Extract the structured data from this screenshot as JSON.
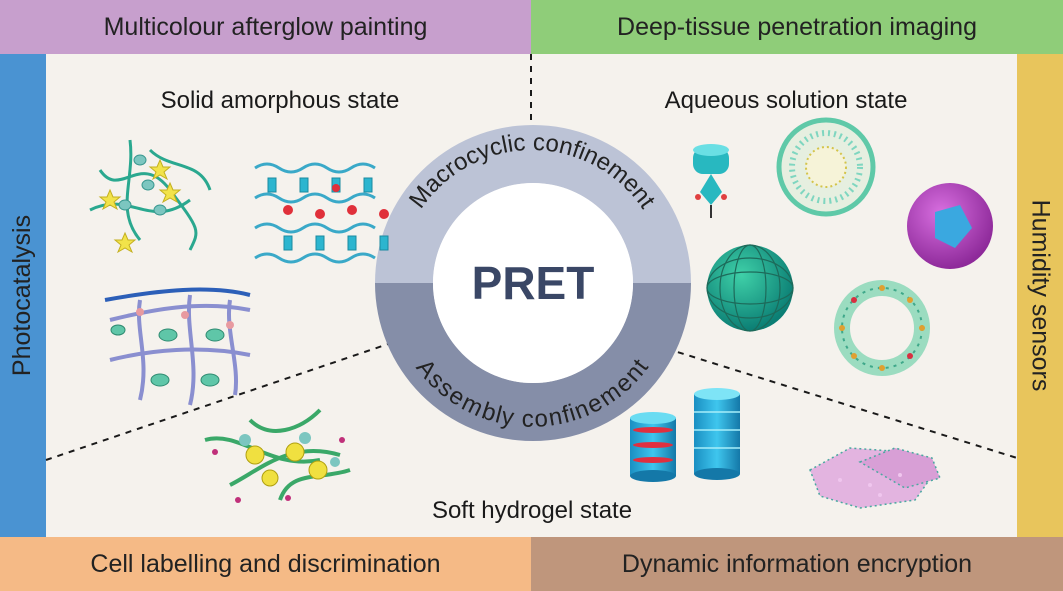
{
  "applications": {
    "top_left": "Multicolour afterglow painting",
    "top_right": "Deep-tissue penetration imaging",
    "bottom_left": "Cell labelling and discrimination",
    "bottom_right": "Dynamic information encryption",
    "left": "Photocatalysis",
    "right": "Humidity sensors"
  },
  "states": {
    "solid": "Solid amorphous state",
    "aqueous": "Aqueous solution state",
    "hydrogel": "Soft hydrogel state"
  },
  "center": {
    "title": "PRET",
    "upper_ring": "Macrocyclic confinement",
    "lower_ring": "Assembly confinement"
  },
  "colors": {
    "purple_band": "#c79fcd",
    "green_band": "#8fcd79",
    "orange_band": "#f5ba86",
    "brown_band": "#bf967c",
    "blue_band": "#4a93d2",
    "yellow_band": "#e8c55c",
    "ring_upper": "#bcc3d6",
    "ring_lower": "#858ea8",
    "center_text": "#3a4766"
  }
}
